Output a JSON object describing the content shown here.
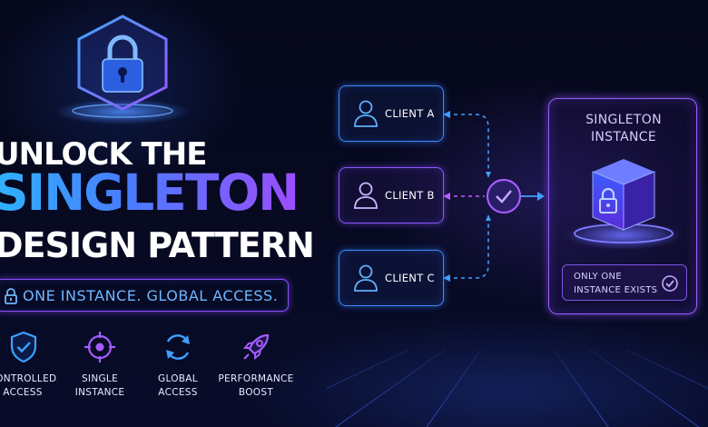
{
  "headline": {
    "line1": "UNLOCK THE",
    "line2": "SINGLETON",
    "line3": "DESIGN PATTERN",
    "tagline": "ONE INSTANCE. GLOBAL ACCESS."
  },
  "features": [
    {
      "icon": "shield-check-icon",
      "label_top": "CONTROLLED",
      "label_bottom": "ACCESS"
    },
    {
      "icon": "target-icon",
      "label_top": "SINGLE",
      "label_bottom": "INSTANCE"
    },
    {
      "icon": "refresh-icon",
      "label_top": "GLOBAL",
      "label_bottom": "ACCESS"
    },
    {
      "icon": "rocket-icon",
      "label_top": "PERFORMANCE",
      "label_bottom": "BOOST"
    }
  ],
  "clients": [
    {
      "label": "CLIENT A"
    },
    {
      "label": "CLIENT B"
    },
    {
      "label": "CLIENT C"
    }
  ],
  "singleton": {
    "title_top": "SINGLETON",
    "title_bottom": "INSTANCE",
    "status_top": "ONLY ONE",
    "status_bottom": "INSTANCE EXISTS"
  },
  "colors": {
    "background": "#05071a",
    "blue_accent": "#3a8bff",
    "purple_accent": "#9a5cff",
    "cyan_text": "#6fb6ff"
  }
}
